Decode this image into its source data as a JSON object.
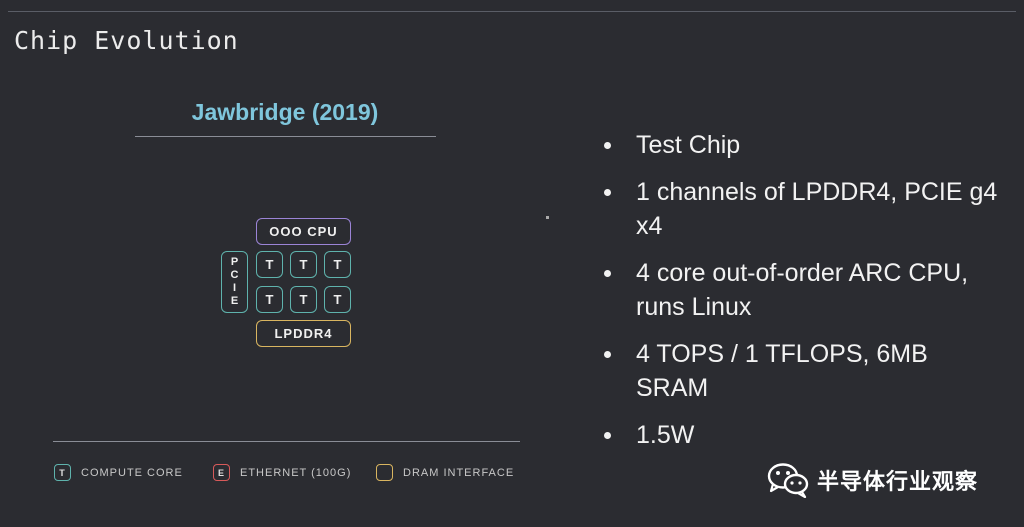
{
  "slide": {
    "title": "Chip Evolution"
  },
  "diagram": {
    "title": "Jawbridge (2019)",
    "cpu_label": "OOO CPU",
    "pcie_letters": [
      "P",
      "C",
      "I",
      "E"
    ],
    "cores": [
      "T",
      "T",
      "T",
      "T",
      "T",
      "T"
    ],
    "memory_label": "LPDDR4",
    "colors": {
      "cpu": "#9b84d6",
      "core": "#5fb3ad",
      "dram": "#d9b560",
      "ethernet": "#d85a5a"
    }
  },
  "legend": [
    {
      "symbol": "T",
      "label": "COMPUTE CORE",
      "color": "#5fb3ad"
    },
    {
      "symbol": "E",
      "label": "ETHERNET (100G)",
      "color": "#d85a5a"
    },
    {
      "symbol": "",
      "label": "DRAM INTERFACE",
      "color": "#d9b560"
    }
  ],
  "bullets": [
    "Test Chip",
    "1 channels of LPDDR4, PCIE g4 x4",
    "4 core out-of-order ARC CPU, runs Linux",
    "4 TOPS / 1 TFLOPS, 6MB SRAM",
    "1.5W"
  ],
  "watermark": {
    "text": "半导体行业观察",
    "icon": "wechat-icon"
  }
}
